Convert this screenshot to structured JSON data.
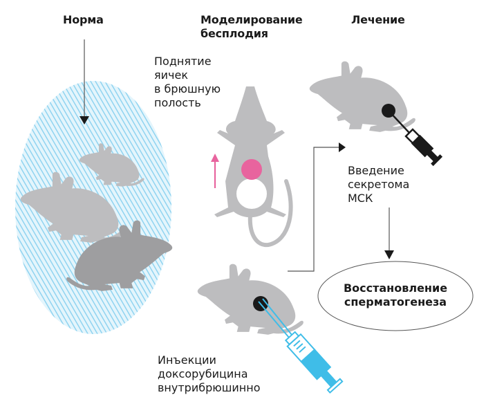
{
  "headers": {
    "norm": "Норма",
    "modeling_line1": "Моделирование",
    "modeling_line2": "бесплодия",
    "treatment": "Лечение"
  },
  "labels": {
    "testes_line1": "Поднятие",
    "testes_line2": "яичек",
    "testes_line3": "в брюшную",
    "testes_line4": "полость",
    "secretome_line1": "Введение",
    "secretome_line2": "секретома",
    "secretome_line3": "МСК",
    "doxo_line1": "Инъекции",
    "doxo_line2": "доксорубицина",
    "doxo_line3": "внутрибрюшинно"
  },
  "outcome": {
    "line1": "Восстановление",
    "line2": "сперматогенеза"
  },
  "colors": {
    "mouse_light": "#bdbdbf",
    "mouse_dark": "#9e9ea0",
    "hatch_blue": "#8fd3f0",
    "accent_pink": "#e8649e",
    "syringe_blue": "#3fbde8",
    "syringe_black": "#1a1a1a",
    "arrow": "#555555"
  }
}
